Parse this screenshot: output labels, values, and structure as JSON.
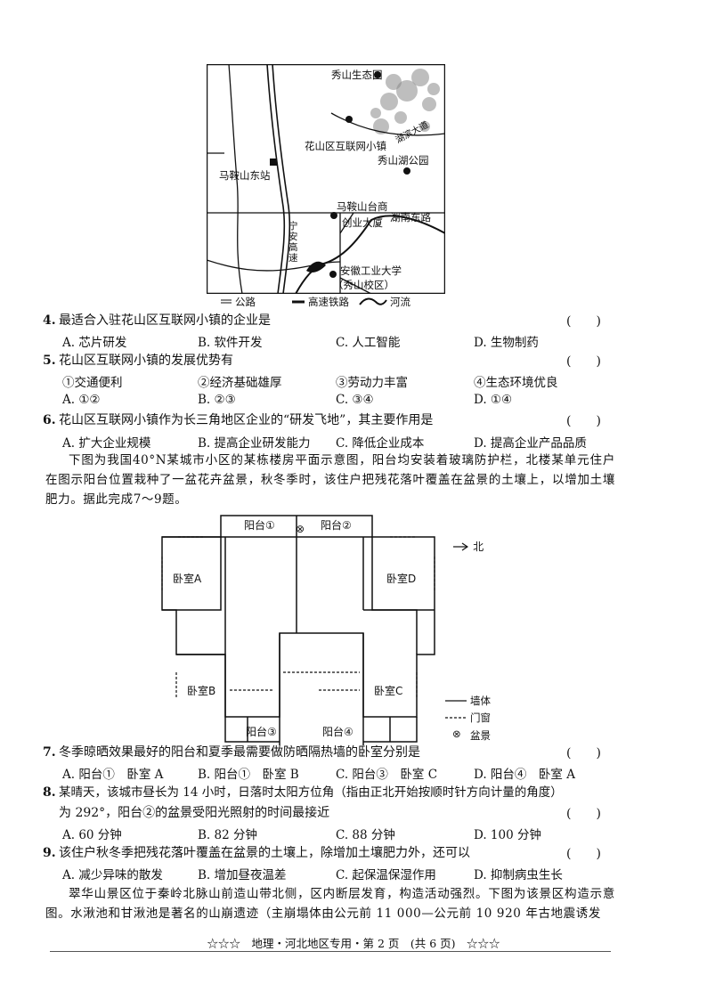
{
  "map": {
    "labels": {
      "xiushan_eco_park": "秀山生态园",
      "hk_dadao": "湖滨大道",
      "internet_town": "花山区互联网小镇",
      "xiushan_lake": "秀山湖公园",
      "maanshan_east": "马鞍山东站",
      "highspeed_rail": "宁\n安\n高\n速",
      "taiwan_biz": "马鞍山台商",
      "hunan_east_rd": "湖南东路",
      "industry_bldg": "创业大厦",
      "university": "安徽工业大学",
      "campus": "（秀山校区）"
    },
    "legend": {
      "road": "公路",
      "rail": "高速铁路",
      "river": "河流"
    }
  },
  "questions": [
    {
      "num": "4.",
      "stem": "最适合入驻花山区互联网小镇的企业是",
      "paren": "(　　)",
      "options": [
        "A. 芯片研发",
        "B. 软件开发",
        "C. 人工智能",
        "D. 生物制药"
      ]
    },
    {
      "num": "5.",
      "stem": "花山区互联网小镇的发展优势有",
      "paren": "(　　)",
      "items": [
        "①交通便利",
        "②经济基础雄厚",
        "③劳动力丰富",
        "④生态环境优良"
      ],
      "options": [
        "A. ①②",
        "B. ②③",
        "C. ③④",
        "D. ①④"
      ]
    },
    {
      "num": "6.",
      "stem": "花山区互联网小镇作为长三角地区企业的“研发飞地”，其主要作用是",
      "paren": "(　　)",
      "options": [
        "A. 扩大企业规模",
        "B. 提高企业研发能力",
        "C. 降低企业成本",
        "D. 提高企业产品品质"
      ]
    }
  ],
  "intro2": "下图为我国40°N某城市小区的某栋楼房平面示意图，阳台均安装着玻璃防护栏，北楼某单元住户在图示阳台位置栽种了一盆花卉盆景，秋冬季时，该住户把残花落叶覆盖在盆景的土壤上，以增加土壤肥力。据此完成7～9题。",
  "floorplan": {
    "balcony1": "阳台①",
    "balcony2": "阳台②",
    "balcony3": "阳台③",
    "balcony4": "阳台④",
    "roomA": "卧室A",
    "roomB": "卧室B",
    "roomC": "卧室C",
    "roomD": "卧室D",
    "north": "北",
    "legend_wall": "墙体",
    "legend_door": "门窗",
    "legend_pot": "盆景",
    "pot_symbol": "⊗"
  },
  "questions2": [
    {
      "num": "7.",
      "stem": "冬季晾晒效果最好的阳台和夏季最需要做防晒隔热墙的卧室分别是",
      "paren": "(　　)",
      "options": [
        "A. 阳台①　卧室 A",
        "B. 阳台①　卧室 B",
        "C. 阳台③　卧室 C",
        "D. 阳台④　卧室 A"
      ]
    },
    {
      "num": "8.",
      "stem": "某晴天，该城市昼长为 14 小时，日落时太阳方位角（指由正北开始按顺时针方向计量的角度）",
      "stem2": "为 292°，阳台②的盆景受阳光照射的时间最接近",
      "paren": "(　　)",
      "options": [
        "A. 60 分钟",
        "B. 82 分钟",
        "C. 88 分钟",
        "D. 100 分钟"
      ]
    },
    {
      "num": "9.",
      "stem": "该住户秋冬季把残花落叶覆盖在盆景的土壤上，除增加土壤肥力外，还可以",
      "paren": "(　　)",
      "options": [
        "A. 减少异味的散发",
        "B. 增加昼夜温差",
        "C. 起保温保湿作用",
        "D. 抑制病虫生长"
      ]
    }
  ],
  "intro3": "翠华山景区位于秦岭北脉山前造山带北侧，区内断层发育，构造活动强烈。下图为该景区构造示意图。水湫池和甘湫池是著名的山崩遗迹（主崩塌体由公元前 11 000—公元前 10 920 年古地震诱发",
  "footer": "☆☆☆　地理・河北地区专用・第 2 页　(共 6 页)　☆☆☆"
}
